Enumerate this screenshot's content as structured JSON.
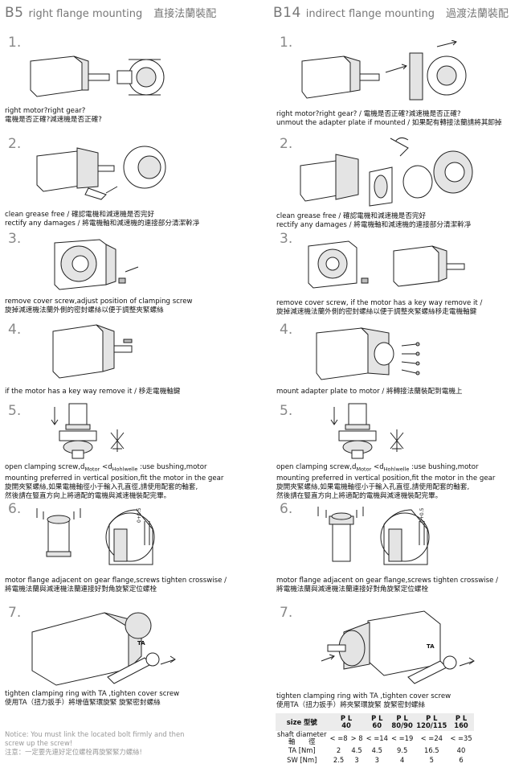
{
  "left": {
    "code": "B5",
    "title_en": "right flange mounting",
    "title_zh": "直接法蘭裝配",
    "steps": [
      {
        "num": "1.",
        "lines": [
          "right motor?right gear?",
          "電機是否正確?減速機是否正確?"
        ]
      },
      {
        "num": "2.",
        "lines": [
          "clean grease free / 確認電機和減速機是否完好",
          "rectify any damages / 將電機軸和減速機的連接部分清潔幹凈"
        ]
      },
      {
        "num": "3.",
        "lines": [
          "remove cover screw,adjust position of clamping screw",
          "旋掉減速機法蘭外側的密封螺絲以便于調整夾緊螺絲"
        ]
      },
      {
        "num": "4.",
        "lines": [
          "if the motor has a key way remove it / 移走電機軸鍵"
        ]
      },
      {
        "num": "5.",
        "lines": [
          "mounting preferred in vertical position,fit the motor in the gear",
          "旋開夾緊螺絲,如果電機軸徑小于輸入孔直徑,請使用配套的軸套,",
          "然後請在豎直方向上將適配的電機與減速機裝配完畢。"
        ]
      },
      {
        "num": "6.",
        "lines": [
          "motor flange adjacent on gear flange,screws tighten crosswise /",
          "將電機法蘭與減速機法蘭連接好對角旋緊定位螺栓"
        ]
      },
      {
        "num": "7.",
        "lines": [
          "tighten clamping ring with TA ,tighten cover screw",
          "使用TA（扭力扳手）將增值緊環旋緊 旋緊密封螺絲"
        ]
      }
    ]
  },
  "right": {
    "code": "B14",
    "title_en": "indirect flange mounting",
    "title_zh": "過渡法蘭裝配",
    "steps": [
      {
        "num": "1.",
        "lines": [
          "right motor?right gear? / 電機是否正確?減速機是否正確?",
          "unmout the adapter plate if mounted  / 如果配有轉接法蘭請將其卸掉"
        ]
      },
      {
        "num": "2.",
        "lines": [
          "clean grease free / 確認電機和減速機是否完好",
          "rectify any damages / 將電機軸和減速機的連接部分清潔幹凈"
        ]
      },
      {
        "num": "3.",
        "lines": [
          "remove cover screw, if the motor has a key way remove it /",
          "旋掉減速機法蘭外側的密封螺絲以便于調整夾緊螺絲移走電機軸鍵"
        ]
      },
      {
        "num": "4.",
        "lines": [
          "mount adapter plate to motor / 將轉接法蘭裝配到電機上"
        ]
      },
      {
        "num": "5.",
        "lines": [
          "mounting preferred in vertical position,fit the motor in the gear",
          "旋開夾緊螺絲,如果電機軸徑小于輸入孔直徑,請使用配套的軸套,",
          "然後請在豎直方向上將適配的電機與減速機裝配完畢。"
        ]
      },
      {
        "num": "6.",
        "lines": [
          "motor flange adjacent on gear flange,screws tighten crosswise /",
          "將電機法蘭與減速機法蘭連接好對角旋緊定位螺栓"
        ]
      },
      {
        "num": "7.",
        "lines": [
          "tighten clamping ring with TA ,tighten cover screw",
          "使用TA（扭力扳手）將夾緊環旋緊 旋緊密封螺絲"
        ]
      }
    ]
  },
  "step5_first": {
    "pre": "open clamping screw,d",
    "sub1": "Motor",
    "mid": " <d",
    "sub2": "Hohlwelle",
    "post": " :use bushing,motor"
  },
  "torque_label": "TA",
  "dim_label": "0+0.5",
  "notice": [
    "Notice: You must link the located bolt firmly and then",
    "screw up the screw!",
    "注意：一定要先連好定位螺栓再旋緊緊力螺絲!"
  ],
  "table": {
    "header_label": "size 型號",
    "sizes": [
      [
        "P L",
        "40"
      ],
      [
        "P L",
        "60"
      ],
      [
        "P L",
        "80/90"
      ],
      [
        "P L",
        "120/115"
      ],
      [
        "P L",
        "160"
      ]
    ],
    "shaft_label": [
      "shaft diameter",
      "軸　　徑"
    ],
    "shaft_values": [
      "< =8",
      "> 8",
      "< =14",
      "< =19",
      "< =24",
      "< =35"
    ],
    "ta_label": "TA   [Nm]",
    "ta_values": [
      "2",
      "4.5",
      "4.5",
      "9.5",
      "16.5",
      "40"
    ],
    "sw_label": "SW  [Nm]",
    "sw_values": [
      "2.5",
      "3",
      "3",
      "4",
      "5",
      "6"
    ]
  }
}
